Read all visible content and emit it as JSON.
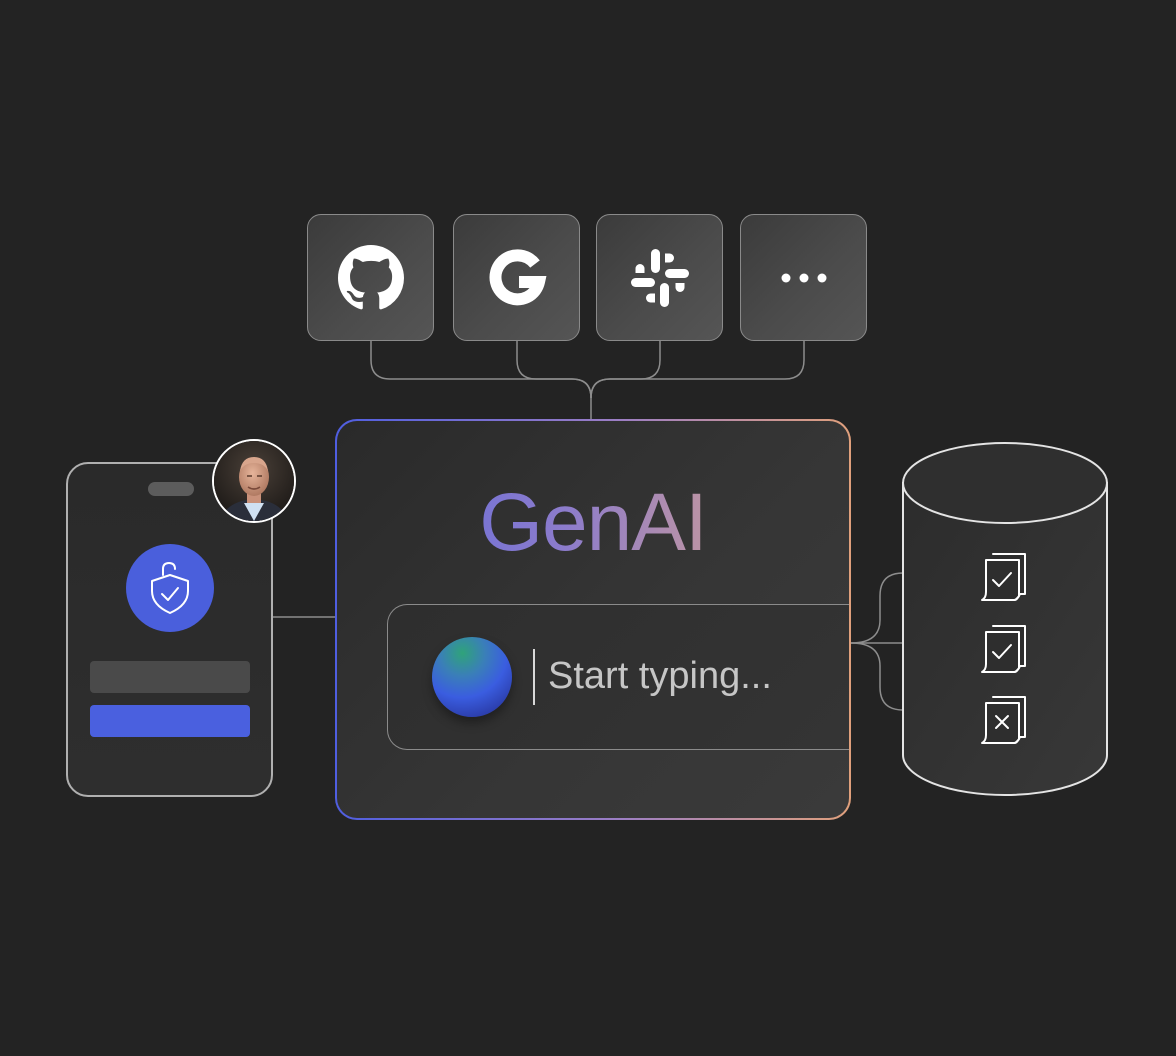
{
  "integrations": [
    {
      "name": "GitHub",
      "icon": "github-icon"
    },
    {
      "name": "Google",
      "icon": "google-icon"
    },
    {
      "name": "Slack",
      "icon": "slack-icon"
    },
    {
      "name": "More",
      "icon": "more-dots-icon"
    }
  ],
  "genai": {
    "title": "GenAI",
    "prompt_placeholder": "Start typing..."
  },
  "phone": {
    "lock_icon": "shield-unlock-icon"
  },
  "database": {
    "documents": [
      {
        "status": "approved",
        "icon": "document-check-icon"
      },
      {
        "status": "approved",
        "icon": "document-check-icon"
      },
      {
        "status": "rejected",
        "icon": "document-x-icon"
      }
    ]
  },
  "colors": {
    "background": "#232323",
    "accent_blue": "#4a5fdc",
    "gradient_start": "#4f5ee0",
    "gradient_end": "#e0a07c",
    "line": "#8a8a8a"
  }
}
